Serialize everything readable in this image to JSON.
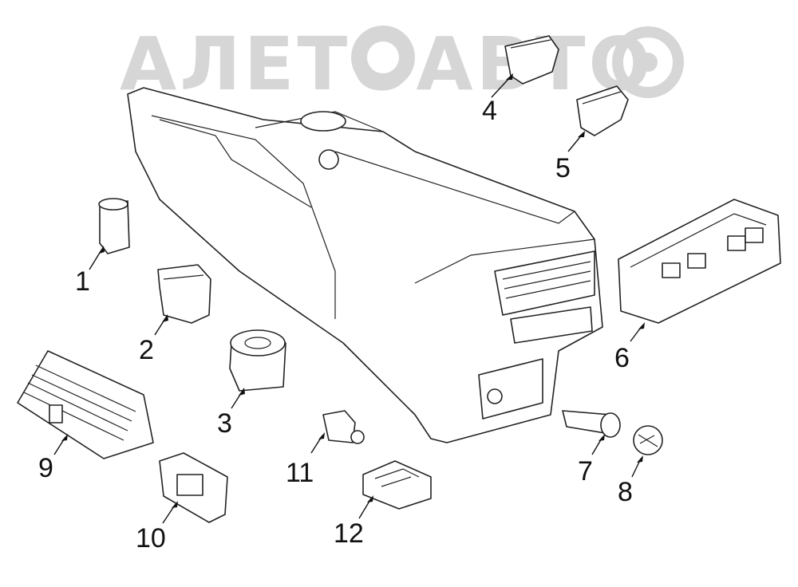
{
  "watermark": {
    "text": "АЛЕТОАВТО"
  },
  "callouts": [
    "1",
    "2",
    "3",
    "4",
    "5",
    "6",
    "7",
    "8",
    "9",
    "10",
    "11",
    "12"
  ]
}
